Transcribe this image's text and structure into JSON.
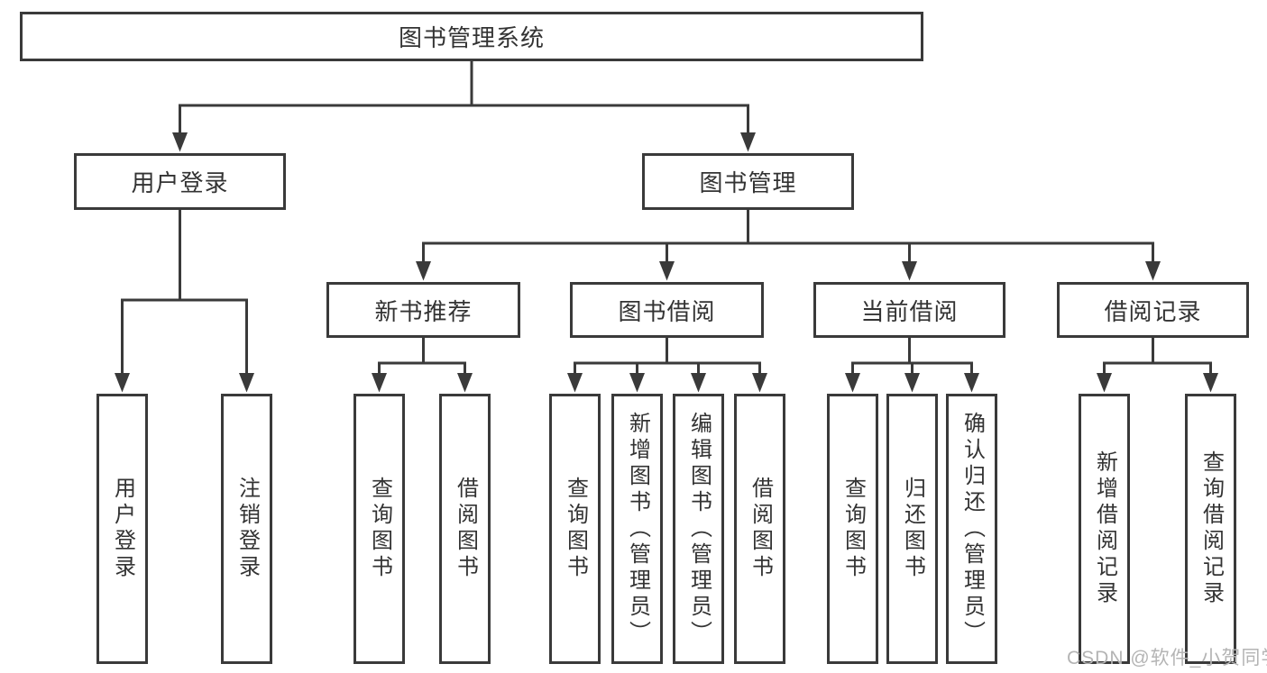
{
  "tree": {
    "root": {
      "label": "图书管理系统"
    },
    "children": [
      {
        "label": "用户登录",
        "children": [
          {
            "label": "用户登录"
          },
          {
            "label": "注销登录"
          }
        ]
      },
      {
        "label": "图书管理",
        "children": [
          {
            "label": "新书推荐",
            "children": [
              {
                "label": "查询图书"
              },
              {
                "label": "借阅图书"
              }
            ]
          },
          {
            "label": "图书借阅",
            "children": [
              {
                "label": "查询图书"
              },
              {
                "label": "新增图书（管理员）"
              },
              {
                "label": "编辑图书（管理员）"
              },
              {
                "label": "借阅图书"
              }
            ]
          },
          {
            "label": "当前借阅",
            "children": [
              {
                "label": "查询图书"
              },
              {
                "label": "归还图书"
              },
              {
                "label": "确认归还（管理员）"
              }
            ]
          },
          {
            "label": "借阅记录",
            "children": [
              {
                "label": "新增借阅记录"
              },
              {
                "label": "查询借阅记录"
              }
            ]
          }
        ]
      }
    ]
  },
  "watermark": {
    "text": "CSDN @软件_小贺同学"
  },
  "colors": {
    "line": "#3a3a3a",
    "text": "#333333",
    "watermark": "#b4b4b4",
    "background": "#ffffff"
  }
}
